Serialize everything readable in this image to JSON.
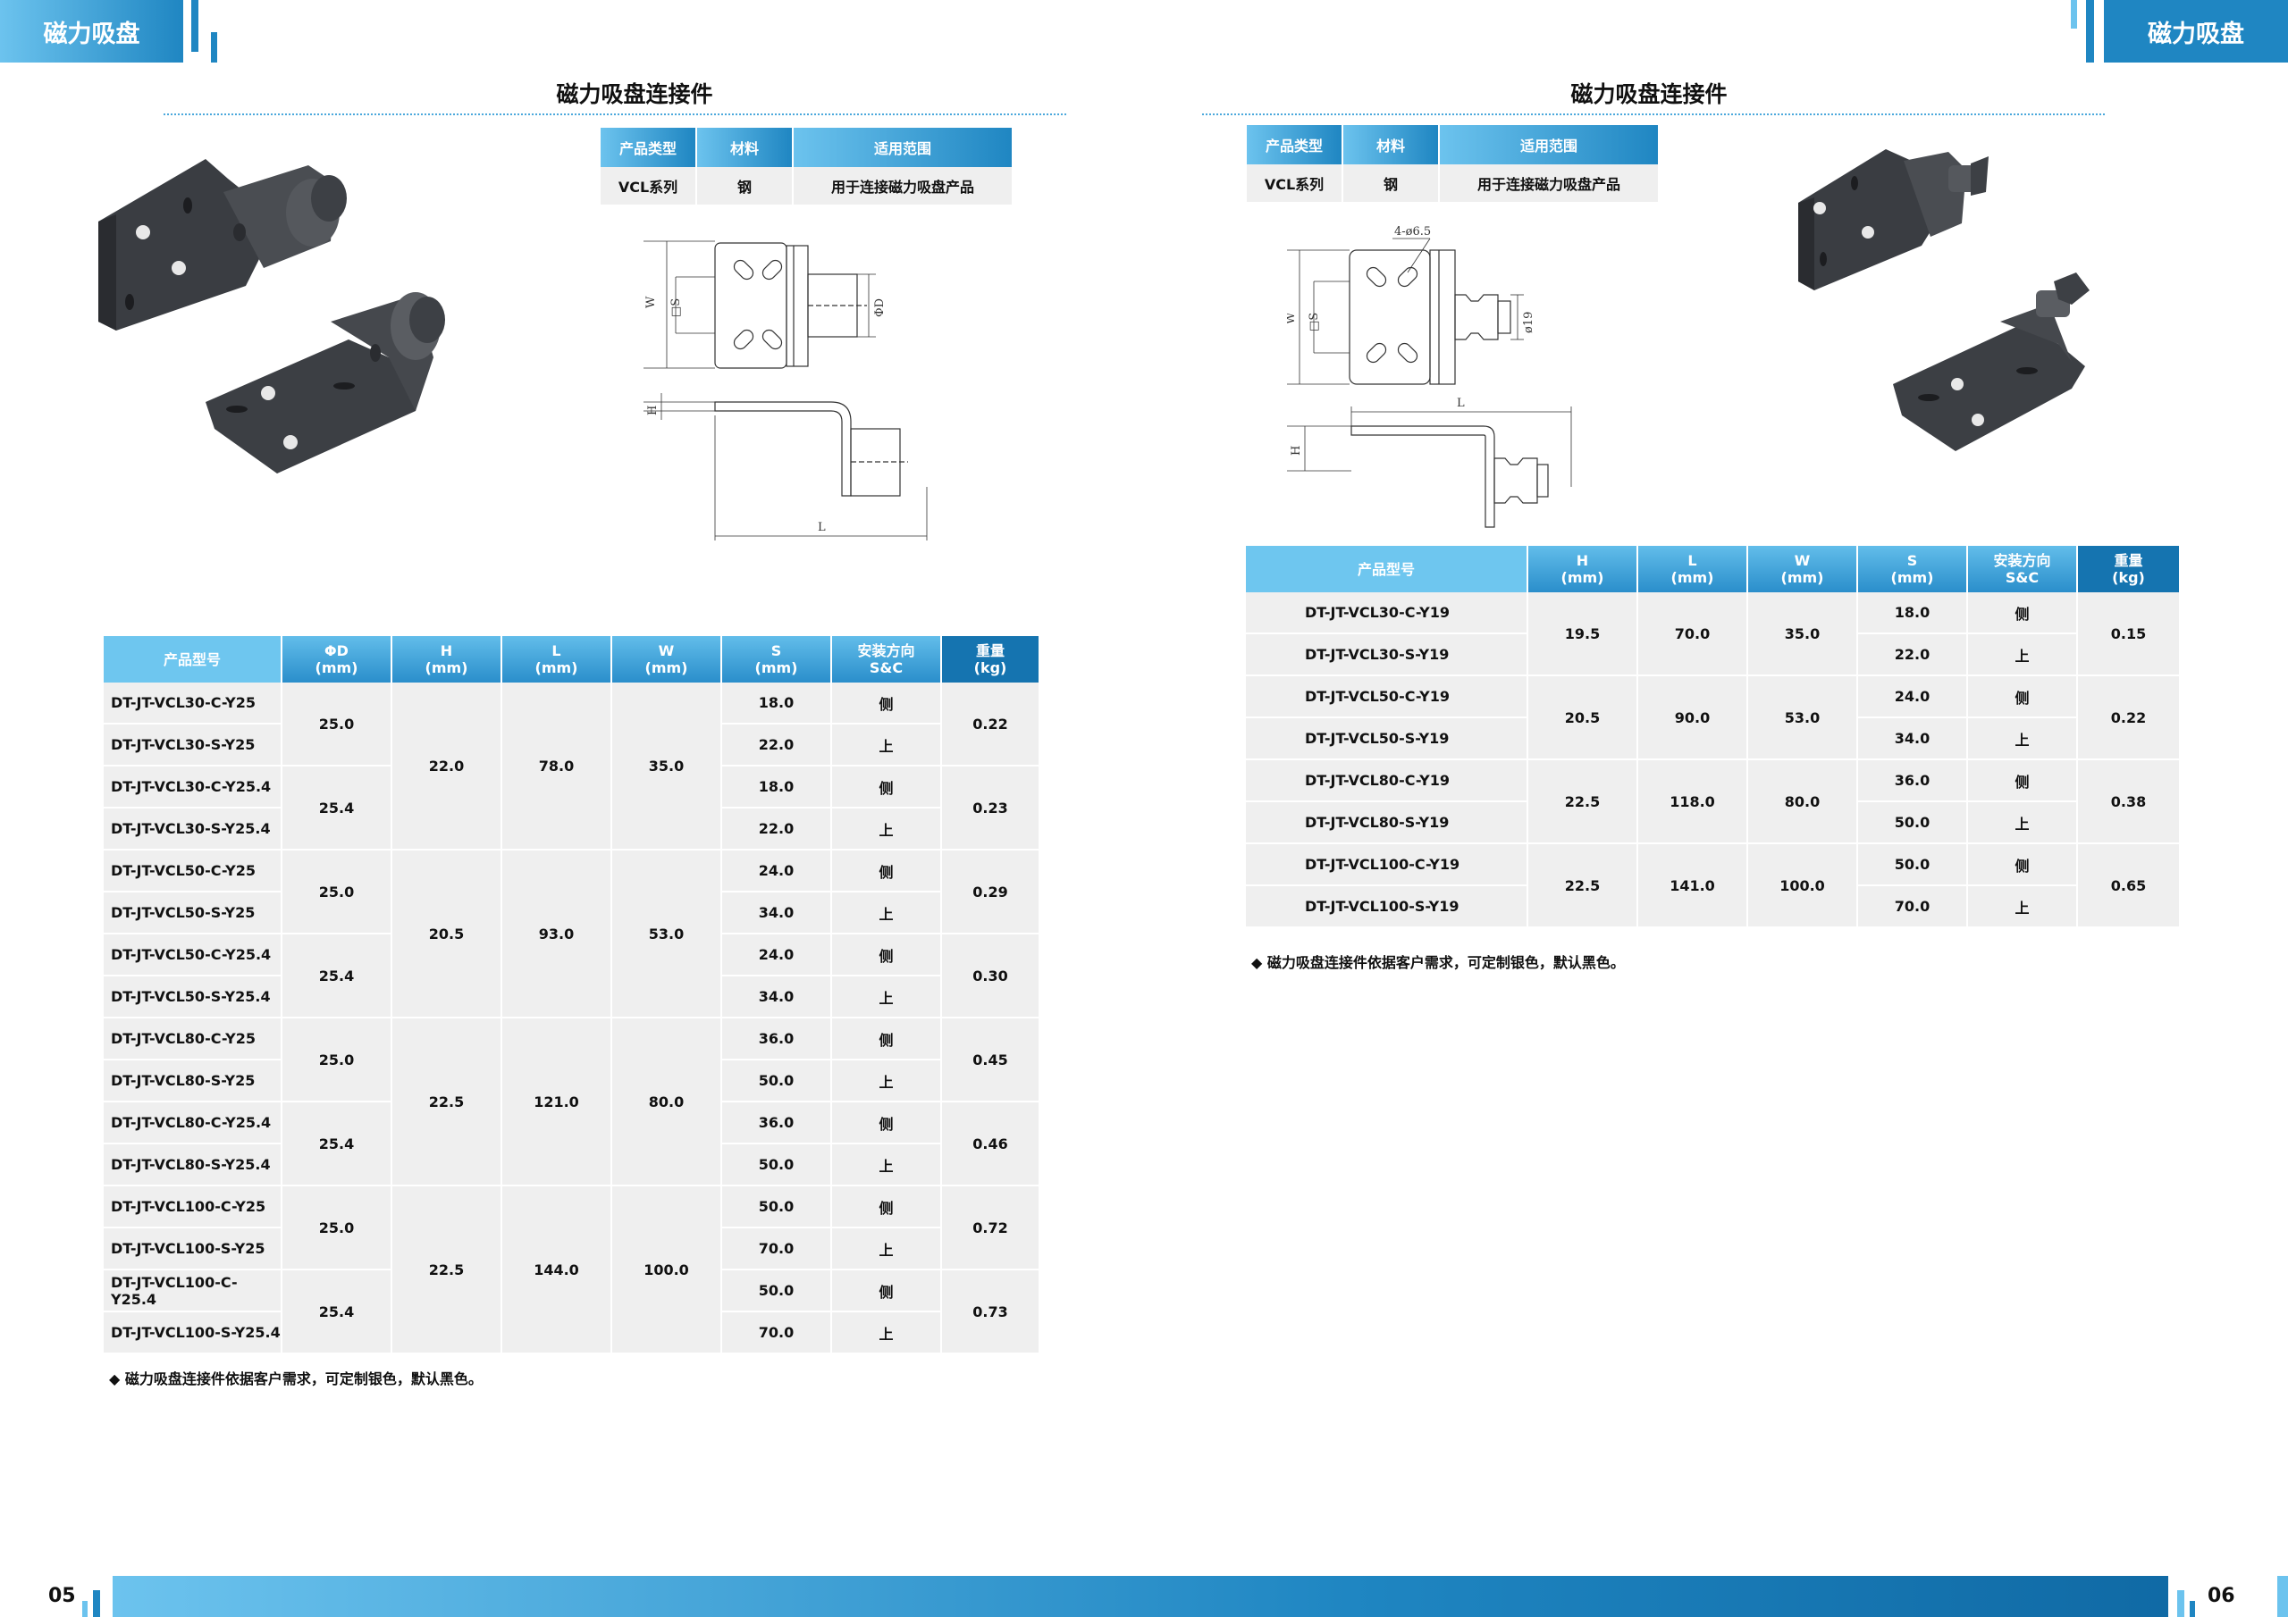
{
  "left_page": {
    "header_tab": "磁力吸盘",
    "section_title": "磁力吸盘连接件",
    "info_table": {
      "headers": [
        "产品类型",
        "材料",
        "适用范围"
      ],
      "row": [
        "VCL系列",
        "钢",
        "用于连接磁力吸盘产品"
      ]
    },
    "drawing_labels": {
      "w": "W",
      "s": "□S",
      "d": "ΦD",
      "h": "H",
      "l": "L"
    },
    "spec_table": {
      "headers": [
        {
          "top": "产品型号",
          "bottom": ""
        },
        {
          "top": "ΦD",
          "bottom": "(mm)"
        },
        {
          "top": "H",
          "bottom": "(mm)"
        },
        {
          "top": "L",
          "bottom": "(mm)"
        },
        {
          "top": "W",
          "bottom": "(mm)"
        },
        {
          "top": "S",
          "bottom": "(mm)"
        },
        {
          "top": "安装方向",
          "bottom": "S&C"
        },
        {
          "top": "重量",
          "bottom": "(kg)"
        }
      ],
      "models": [
        "DT-JT-VCL30-C-Y25",
        "DT-JT-VCL30-S-Y25",
        "DT-JT-VCL30-C-Y25.4",
        "DT-JT-VCL30-S-Y25.4",
        "DT-JT-VCL50-C-Y25",
        "DT-JT-VCL50-S-Y25",
        "DT-JT-VCL50-C-Y25.4",
        "DT-JT-VCL50-S-Y25.4",
        "DT-JT-VCL80-C-Y25",
        "DT-JT-VCL80-S-Y25",
        "DT-JT-VCL80-C-Y25.4",
        "DT-JT-VCL80-S-Y25.4",
        "DT-JT-VCL100-C-Y25",
        "DT-JT-VCL100-S-Y25",
        "DT-JT-VCL100-C-Y25.4",
        "DT-JT-VCL100-S-Y25.4"
      ],
      "phi_d": [
        "25.0",
        "25.4",
        "25.0",
        "25.4",
        "25.0",
        "25.4",
        "25.0",
        "25.4"
      ],
      "groups": [
        {
          "h": "22.0",
          "l": "78.0",
          "w": "35.0"
        },
        {
          "h": "20.5",
          "l": "93.0",
          "w": "53.0"
        },
        {
          "h": "22.5",
          "l": "121.0",
          "w": "80.0"
        },
        {
          "h": "22.5",
          "l": "144.0",
          "w": "100.0"
        }
      ],
      "s": [
        "18.0",
        "22.0",
        "18.0",
        "22.0",
        "24.0",
        "34.0",
        "24.0",
        "34.0",
        "36.0",
        "50.0",
        "36.0",
        "50.0",
        "50.0",
        "70.0",
        "50.0",
        "70.0"
      ],
      "direction": [
        "侧",
        "上",
        "侧",
        "上",
        "侧",
        "上",
        "侧",
        "上",
        "侧",
        "上",
        "侧",
        "上",
        "侧",
        "上",
        "侧",
        "上"
      ],
      "weight": [
        "0.22",
        "0.23",
        "0.29",
        "0.30",
        "0.45",
        "0.46",
        "0.72",
        "0.73"
      ]
    },
    "note": "◆  磁力吸盘连接件依据客户需求，可定制银色，默认黑色。",
    "page_number": "05"
  },
  "right_page": {
    "header_tab": "磁力吸盘",
    "section_title": "磁力吸盘连接件",
    "info_table": {
      "headers": [
        "产品类型",
        "材料",
        "适用范围"
      ],
      "row": [
        "VCL系列",
        "钢",
        "用于连接磁力吸盘产品"
      ]
    },
    "drawing_labels": {
      "holes": "4-ø6.5",
      "w": "W",
      "s": "□S",
      "d": "ø19",
      "h": "H",
      "l": "L"
    },
    "spec_table": {
      "headers": [
        {
          "top": "产品型号",
          "bottom": ""
        },
        {
          "top": "H",
          "bottom": "(mm)"
        },
        {
          "top": "L",
          "bottom": "(mm)"
        },
        {
          "top": "W",
          "bottom": "(mm)"
        },
        {
          "top": "S",
          "bottom": "(mm)"
        },
        {
          "top": "安装方向",
          "bottom": "S&C"
        },
        {
          "top": "重量",
          "bottom": "(kg)"
        }
      ],
      "models": [
        "DT-JT-VCL30-C-Y19",
        "DT-JT-VCL30-S-Y19",
        "DT-JT-VCL50-C-Y19",
        "DT-JT-VCL50-S-Y19",
        "DT-JT-VCL80-C-Y19",
        "DT-JT-VCL80-S-Y19",
        "DT-JT-VCL100-C-Y19",
        "DT-JT-VCL100-S-Y19"
      ],
      "groups": [
        {
          "h": "19.5",
          "l": "70.0",
          "w": "35.0",
          "weight": "0.15"
        },
        {
          "h": "20.5",
          "l": "90.0",
          "w": "53.0",
          "weight": "0.22"
        },
        {
          "h": "22.5",
          "l": "118.0",
          "w": "80.0",
          "weight": "0.38"
        },
        {
          "h": "22.5",
          "l": "141.0",
          "w": "100.0",
          "weight": "0.65"
        }
      ],
      "s": [
        "18.0",
        "22.0",
        "24.0",
        "34.0",
        "36.0",
        "50.0",
        "50.0",
        "70.0"
      ],
      "direction": [
        "侧",
        "上",
        "侧",
        "上",
        "侧",
        "上",
        "侧",
        "上"
      ]
    },
    "note": "◆  磁力吸盘连接件依据客户需求，可定制银色，默认黑色。",
    "page_number": "06"
  },
  "colors": {
    "accent": "#1f86c2",
    "accent_light": "#6cc3ee",
    "cell_bg": "#efefef"
  }
}
